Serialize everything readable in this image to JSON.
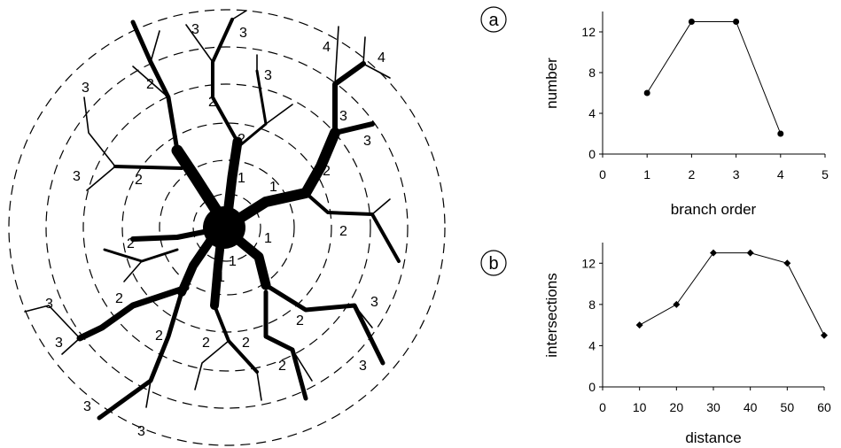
{
  "neuron": {
    "order_labels": [
      {
        "text": "1"
      },
      {
        "text": "1"
      },
      {
        "text": "1"
      },
      {
        "text": "1"
      },
      {
        "text": "1"
      },
      {
        "text": "1"
      },
      {
        "text": "2"
      },
      {
        "text": "2"
      },
      {
        "text": "2"
      },
      {
        "text": "2"
      },
      {
        "text": "2"
      },
      {
        "text": "2"
      },
      {
        "text": "2"
      },
      {
        "text": "2"
      },
      {
        "text": "2"
      },
      {
        "text": "2"
      },
      {
        "text": "2"
      },
      {
        "text": "2"
      },
      {
        "text": "2"
      },
      {
        "text": "3"
      },
      {
        "text": "3"
      },
      {
        "text": "3"
      },
      {
        "text": "3"
      },
      {
        "text": "3"
      },
      {
        "text": "3"
      },
      {
        "text": "3"
      },
      {
        "text": "3"
      },
      {
        "text": "3"
      },
      {
        "text": "3"
      },
      {
        "text": "3"
      },
      {
        "text": "3"
      },
      {
        "text": "3"
      },
      {
        "text": "4"
      },
      {
        "text": "4"
      }
    ]
  },
  "chart_data": [
    {
      "panel_label": "a",
      "type": "line",
      "xlabel": "branch order",
      "ylabel": "number",
      "x": [
        1,
        2,
        3,
        4
      ],
      "y": [
        6,
        13,
        13,
        2
      ],
      "xlim": [
        0,
        5
      ],
      "ylim": [
        0,
        14
      ],
      "xticks": [
        "0",
        "1",
        "2",
        "3",
        "4",
        "5"
      ],
      "yticks": [
        "0",
        "4",
        "8",
        "12"
      ],
      "marker": "circle",
      "grid": false
    },
    {
      "panel_label": "b",
      "type": "line",
      "xlabel": "distance",
      "ylabel": "intersections",
      "x": [
        10,
        20,
        30,
        40,
        50,
        60
      ],
      "y": [
        6,
        8,
        13,
        13,
        12,
        5
      ],
      "xlim": [
        0,
        60
      ],
      "ylim": [
        0,
        14
      ],
      "xticks": [
        "0",
        "10",
        "20",
        "30",
        "40",
        "50",
        "60"
      ],
      "yticks": [
        "0",
        "4",
        "8",
        "12"
      ],
      "marker": "diamond",
      "grid": false
    }
  ]
}
